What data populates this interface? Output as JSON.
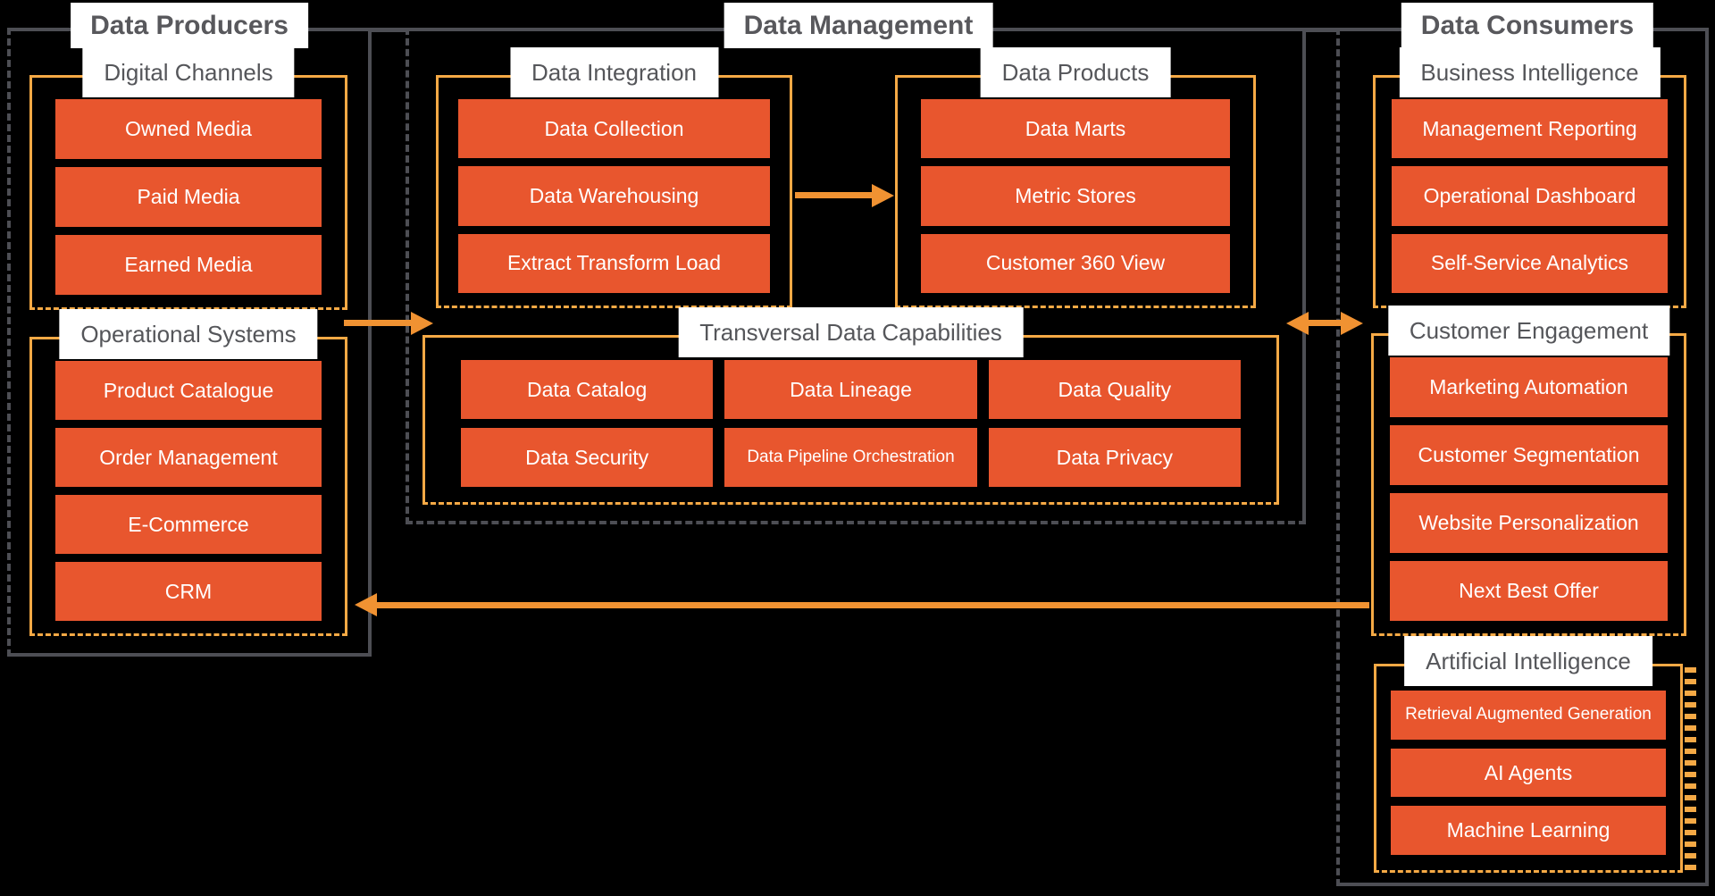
{
  "theme": {
    "background": "#000000",
    "box-fill": "#E8562E",
    "box-text": "#FFFFFF",
    "group-border": "#F5A945",
    "container-border": "#4D4E54",
    "title-color": "#58585C",
    "label-color": "#55565A",
    "label-bg": "#FFFFFF",
    "arrow-color": "#F09232"
  },
  "containers": [
    {
      "id": "data-producers",
      "title": "Data Producers",
      "groups": [
        {
          "id": "digital-channels",
          "label": "Digital Channels",
          "boxes": [
            "Owned Media",
            "Paid Media",
            "Earned Media"
          ]
        },
        {
          "id": "operational-systems",
          "label": "Operational Systems",
          "boxes": [
            "Product Catalogue",
            "Order Management",
            "E-Commerce",
            "CRM"
          ]
        }
      ]
    },
    {
      "id": "data-management",
      "title": "Data Management",
      "groups": [
        {
          "id": "data-integration",
          "label": "Data Integration",
          "boxes": [
            "Data Collection",
            "Data Warehousing",
            "Extract Transform Load"
          ]
        },
        {
          "id": "data-products",
          "label": "Data Products",
          "boxes": [
            "Data Marts",
            "Metric Stores",
            "Customer 360 View"
          ]
        },
        {
          "id": "transversal-data-capabilities",
          "label": "Transversal Data Capabilities",
          "boxes": [
            "Data Catalog",
            "Data Lineage",
            "Data Quality",
            "Data Security",
            "Data Pipeline Orchestration",
            "Data Privacy"
          ]
        }
      ]
    },
    {
      "id": "data-consumers",
      "title": "Data Consumers",
      "groups": [
        {
          "id": "business-intelligence",
          "label": "Business Intelligence",
          "boxes": [
            "Management Reporting",
            "Operational Dashboard",
            "Self-Service Analytics"
          ]
        },
        {
          "id": "customer-engagement",
          "label": "Customer Engagement",
          "boxes": [
            "Marketing Automation",
            "Customer Segmentation",
            "Website Personalization",
            "Next Best Offer"
          ]
        },
        {
          "id": "artificial-intelligence",
          "label": "Artificial Intelligence",
          "boxes": [
            "Retrieval Augmented Generation",
            "AI Agents",
            "Machine Learning"
          ]
        }
      ]
    }
  ],
  "arrows": [
    {
      "id": "producers-to-management",
      "from": "Data Producers",
      "to": "Data Management",
      "direction": "right"
    },
    {
      "id": "integration-to-products",
      "from": "Data Integration",
      "to": "Data Products",
      "direction": "right"
    },
    {
      "id": "management-consumers",
      "from": "Data Management",
      "to": "Data Consumers",
      "direction": "both"
    },
    {
      "id": "next-best-offer-to-crm",
      "from": "Next Best Offer",
      "to": "CRM",
      "direction": "left"
    }
  ]
}
